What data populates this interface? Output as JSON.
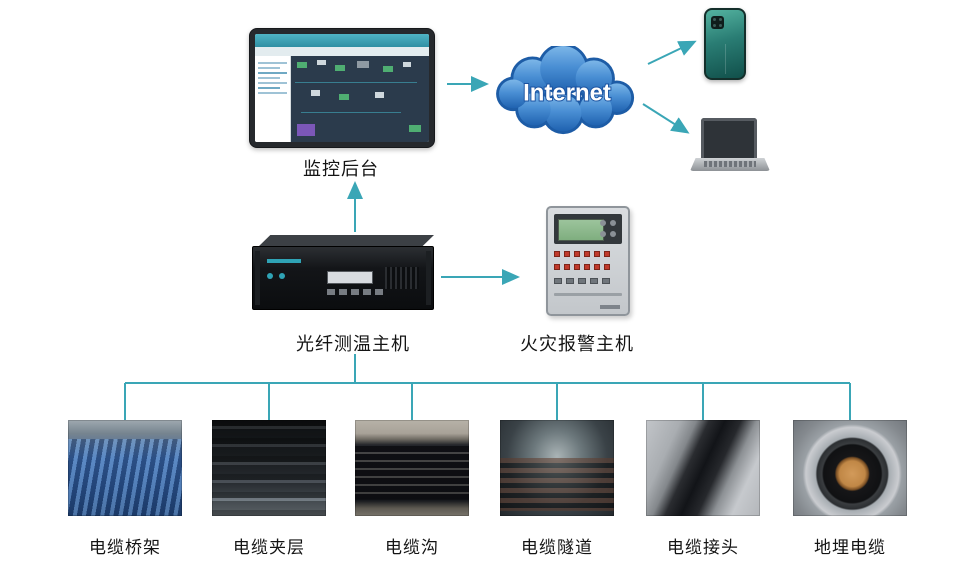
{
  "colors": {
    "arrow": "#3aa6b6",
    "cloud_dark": "#1d5ca6",
    "cloud_light": "#7cb6e8",
    "label_text": "#141414",
    "alarm_led": "#c0392b"
  },
  "nodes": {
    "monitor": {
      "label": "监控后台",
      "icon": "monitoring-screen"
    },
    "internet": {
      "label": "Internet",
      "icon": "cloud"
    },
    "phone": {
      "icon": "smartphone"
    },
    "laptop": {
      "icon": "laptop"
    },
    "server": {
      "label": "光纤测温主机",
      "icon": "rack-server"
    },
    "fire_alarm": {
      "label": "火灾报警主机",
      "icon": "alarm-panel"
    }
  },
  "sites": [
    {
      "label": "电缆桥架",
      "photo": "cable-tray"
    },
    {
      "label": "电缆夹层",
      "photo": "cable-mezzanine"
    },
    {
      "label": "电缆沟",
      "photo": "cable-trench"
    },
    {
      "label": "电缆隧道",
      "photo": "cable-tunnel"
    },
    {
      "label": "电缆接头",
      "photo": "cable-joint"
    },
    {
      "label": "地埋电缆",
      "photo": "buried-cable"
    }
  ]
}
